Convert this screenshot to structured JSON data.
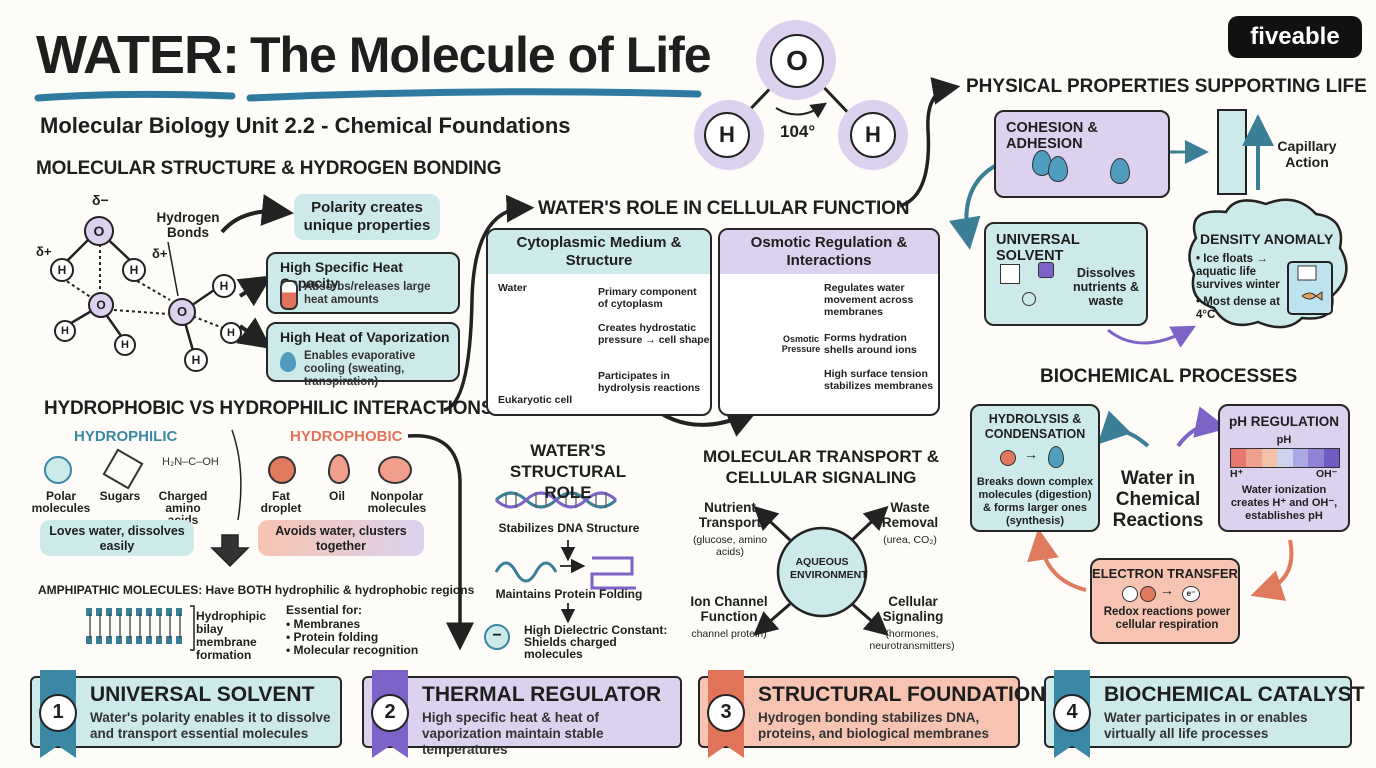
{
  "header": {
    "title_main": "WATER:",
    "title_rest": "The Molecule of Life",
    "subtitle": "Molecular Biology Unit 2.2 - Chemical Foundations",
    "logo": "fiveable",
    "angle": "104°",
    "o": "O",
    "h": "H"
  },
  "molecular": {
    "heading": "MOLECULAR STRUCTURE & HYDROGEN BONDING",
    "delta_minus": "δ−",
    "delta_plus": "δ+",
    "hydrogen_bonds": "Hydrogen Bonds",
    "polarity": "Polarity creates unique properties",
    "heat_capacity_title": "High Specific Heat Capacity",
    "heat_capacity_text": "Absorbs/releases large heat amounts",
    "vaporization_title": "High Heat of Vaporization",
    "vaporization_text": "Enables evaporative cooling (sweating, transpiration)"
  },
  "interactions": {
    "heading": "HYDROPHOBIC VS HYDROPHILIC INTERACTIONS",
    "hydrophilic": "HYDROPHILIC",
    "hydrophobic": "HYDROPHOBIC",
    "philic_items": [
      "Polar molecules",
      "Sugars",
      "Charged amino acids"
    ],
    "phobic_items": [
      "Fat droplet",
      "Oil",
      "Nonpolar molecules"
    ],
    "philic_box": "Loves water, dissolves easily",
    "phobic_box": "Avoids water, clusters together",
    "amphipathic": "AMPHIPATHIC MOLECULES: Have BOTH hydrophilic & hydrophobic regions",
    "bilayer": "Hydrophipic bilay membrane formation",
    "essential_title": "Essential for:",
    "essential_items": [
      "• Membranes",
      "• Protein folding",
      "• Molecular recognition"
    ]
  },
  "cellular": {
    "heading": "WATER'S ROLE IN CELLULAR FUNCTION",
    "cyto_title": "Cytoplasmic Medium & Structure",
    "water_label": "Water",
    "cell_label": "Eukaryotic cell",
    "cyto_items": [
      "Primary component of cytoplasm",
      "Creates hydrostatic pressure → cell shape",
      "Participates in hydrolysis reactions"
    ],
    "osmo_title": "Osmotic Regulation & Interactions",
    "osmotic_pressure": "Osmotic Pressure",
    "osmo_items": [
      "Regulates water movement across membranes",
      "Forms hydration shells around ions",
      "High surface tension stabilizes membranes"
    ]
  },
  "structural": {
    "heading": "WATER'S STRUCTURAL ROLE",
    "dna": "Stabilizes DNA Structure",
    "protein": "Maintains Protein Folding",
    "dielectric": "High Dielectric Constant: Shields charged molecules"
  },
  "transport": {
    "heading": "MOLECULAR TRANSPORT & CELLULAR SIGNALING",
    "center": "AQUEOUS ENVIRONMENT",
    "nutrient_title": "Nutrient Transport",
    "nutrient_sub": "(glucose, amino acids)",
    "waste_title": "Waste Removal",
    "waste_sub": "(urea, CO₂)",
    "ion_title": "Ion Channel Function",
    "ion_sub": "channel protein)",
    "signal_title": "Cellular Signaling",
    "signal_sub": "(hormones, neurotransmitters)"
  },
  "physical": {
    "heading": "PHYSICAL PROPERTIES SUPPORTING LIFE",
    "cohesion": "COHESION & ADHESION",
    "capillary": "Capillary Action",
    "solvent_title": "UNIVERSAL SOLVENT",
    "solvent_text": "Dissolves nutrients & waste",
    "density_title": "DENSITY ANOMALY",
    "density_items": [
      "• Ice floats → aquatic life survives winter",
      "• Most dense at 4°C"
    ]
  },
  "biochem": {
    "heading": "BIOCHEMICAL PROCESSES",
    "hydrolysis_title": "HYDROLYSIS & CONDENSATION",
    "hydrolysis_text": "Breaks down complex molecules (digestion) & forms larger ones (synthesis)",
    "center": "Water in Chemical Reactions",
    "ph_title": "pH REGULATION",
    "ph_label": "pH",
    "h_plus": "H⁺",
    "oh_minus": "OH⁻",
    "ph_text": "Water ionization creates H⁺ and OH⁻, establishes pH",
    "electron_title": "ELECTRON TRANSFER",
    "electron_text": "Redox reactions power cellular respiration",
    "e_symbol": "e⁻",
    "ph_colors": [
      "#e8786e",
      "#f0a090",
      "#f3c2a8",
      "#cfd3ec",
      "#a9a8e2",
      "#8f82d4",
      "#6f5cc4"
    ]
  },
  "banners": [
    {
      "num": "1",
      "title": "UNIVERSAL SOLVENT",
      "text": "Water's polarity enables it to dissolve and transport essential molecules",
      "color": "#cdeaea",
      "ribbon": "#3b88a4"
    },
    {
      "num": "2",
      "title": "THERMAL REGULATOR",
      "text": "High specific heat & heat of vaporization maintain stable temperatures",
      "color": "#dcd2f0",
      "ribbon": "#7d63c8"
    },
    {
      "num": "3",
      "title": "STRUCTURAL FOUNDATION",
      "text": "Hydrogen bonding stabilizes DNA, proteins, and biological membranes",
      "color": "#f6c4b0",
      "ribbon": "#e0735a"
    },
    {
      "num": "4",
      "title": "BIOCHEMICAL CATALYST",
      "text": "Water participates in or enables virtually all life processes",
      "color": "#cdeaea",
      "ribbon": "#3b88a4"
    }
  ]
}
